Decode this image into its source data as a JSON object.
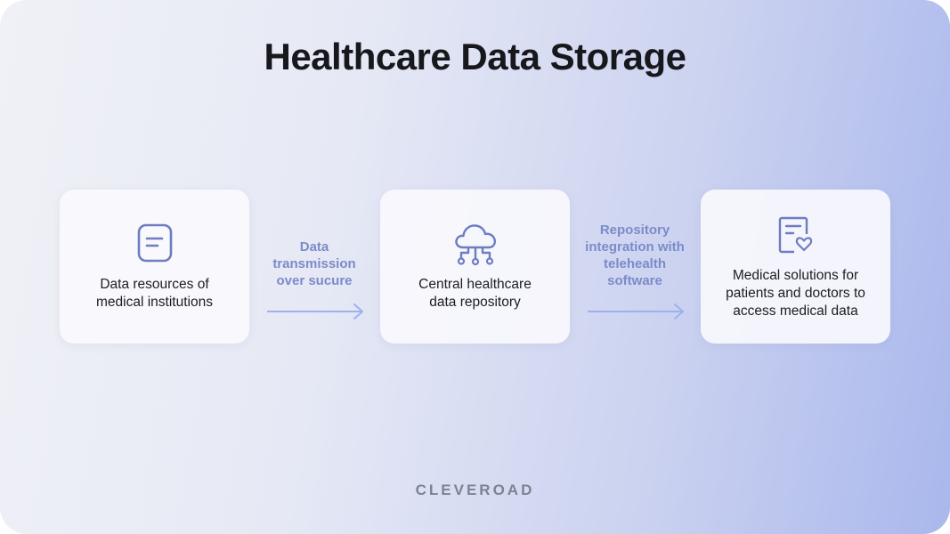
{
  "title": "Healthcare Data Storage",
  "nodes": [
    {
      "label_lines": [
        "Data resources of",
        "medical institutions"
      ],
      "icon": "document-icon"
    },
    {
      "label_lines": [
        "Central healthcare",
        "data repository"
      ],
      "icon": "cloud-network-icon"
    },
    {
      "label_lines": [
        "Medical solutions for",
        "patients and doctors to",
        "access medical data"
      ],
      "icon": "medical-record-heart-icon"
    }
  ],
  "edges": [
    {
      "label_lines": [
        "Data",
        "transmission",
        "over sucure"
      ]
    },
    {
      "label_lines": [
        "Repository",
        "integration with",
        "telehealth",
        "software"
      ]
    }
  ],
  "footer": "CLEVEROAD",
  "colors": {
    "accent": "#7b8bc9",
    "arrow": "#9fb0ec",
    "icon": "#6f7cc0",
    "title": "#17181c"
  }
}
